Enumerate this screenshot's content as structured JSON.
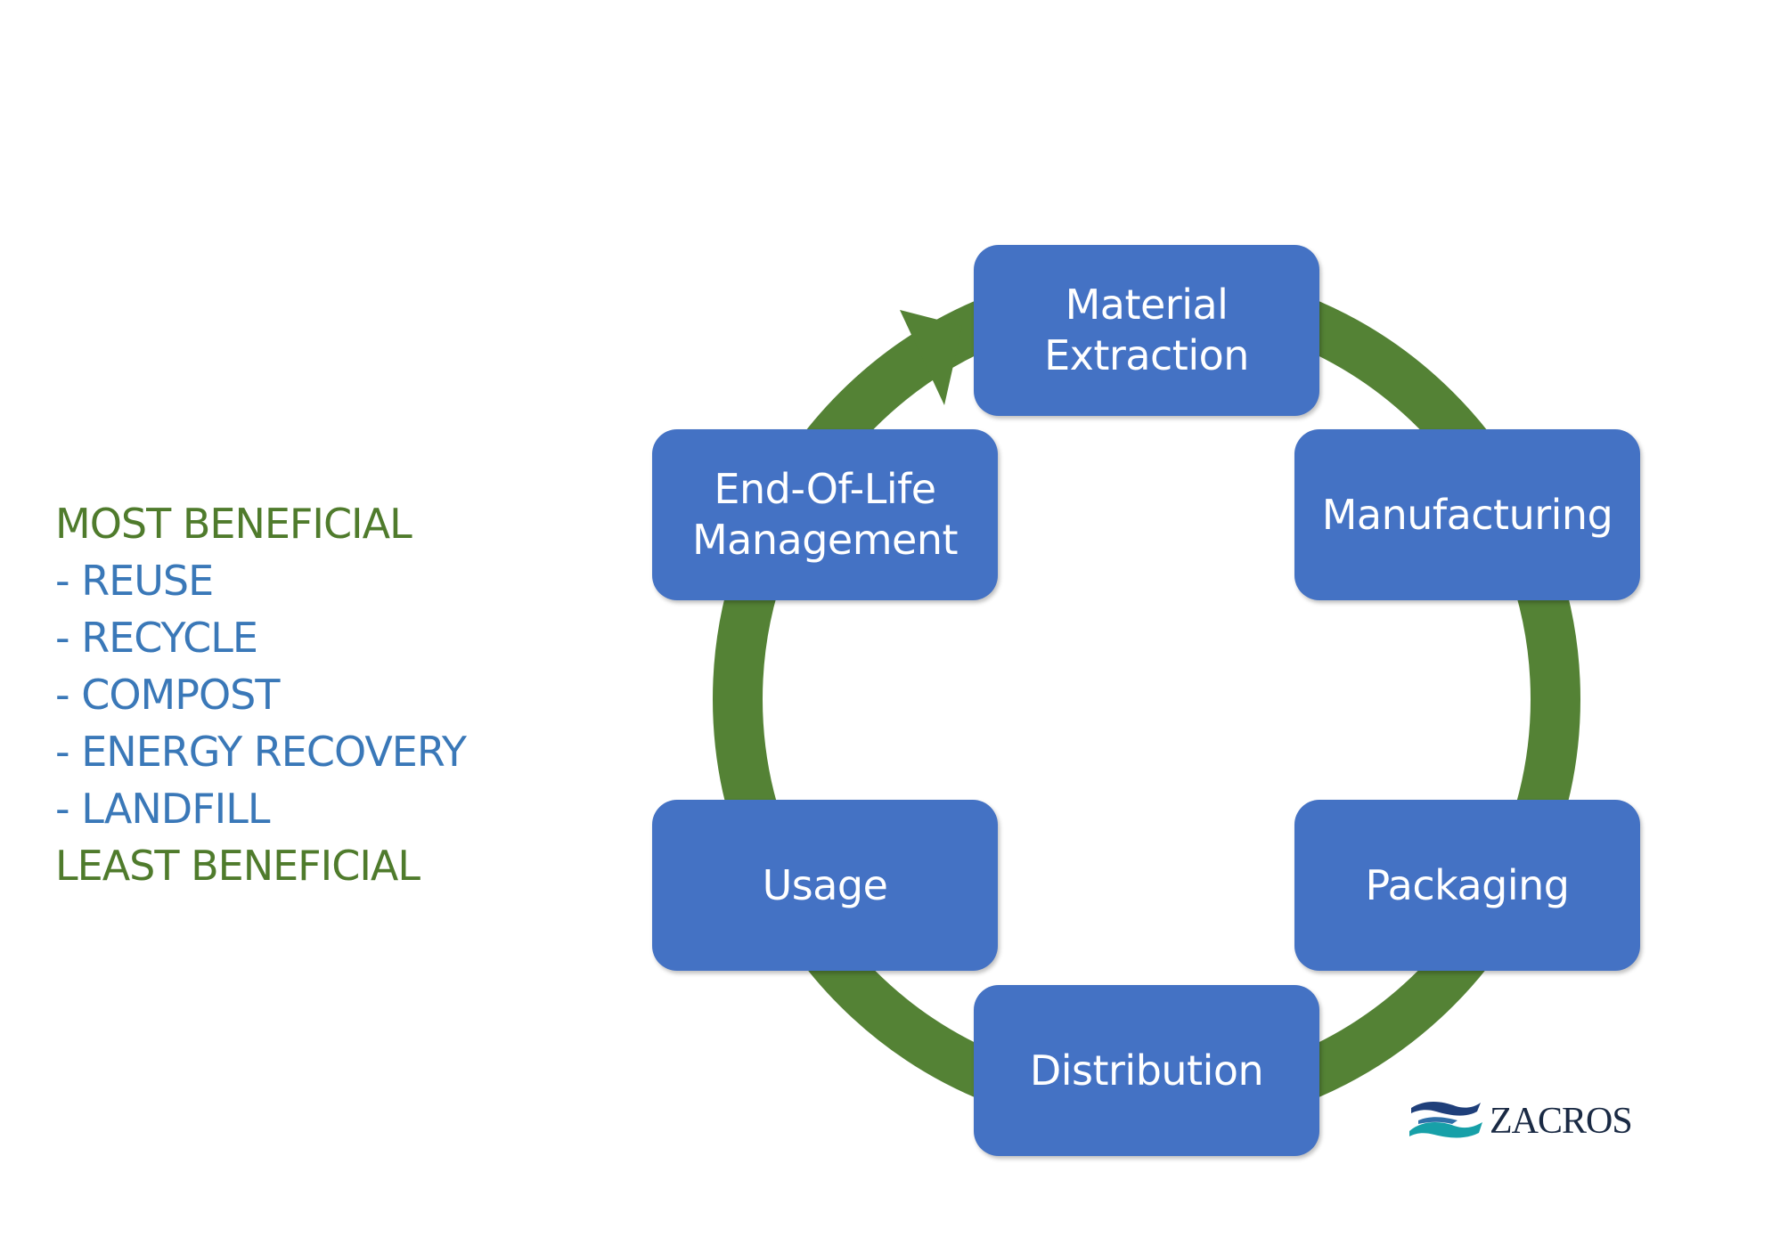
{
  "hierarchy": {
    "top_label": "MOST BENEFICIAL",
    "items": [
      "- REUSE",
      "- RECYCLE",
      "- COMPOST",
      "- ENERGY RECOVERY",
      "- LANDFILL"
    ],
    "bottom_label": "LEAST BENEFICIAL"
  },
  "cycle": {
    "stages": {
      "material_extraction": "Material\nExtraction",
      "manufacturing": "Manufacturing",
      "packaging": "Packaging",
      "distribution": "Distribution",
      "usage": "Usage",
      "end_of_life": "End-Of-Life\nManagement"
    }
  },
  "logo": {
    "text": "ZACROS"
  },
  "colors": {
    "box_fill": "#4472c4",
    "arrow_ring": "#548235",
    "heading_text": "#4f7b2c",
    "item_text": "#3a78b8"
  }
}
